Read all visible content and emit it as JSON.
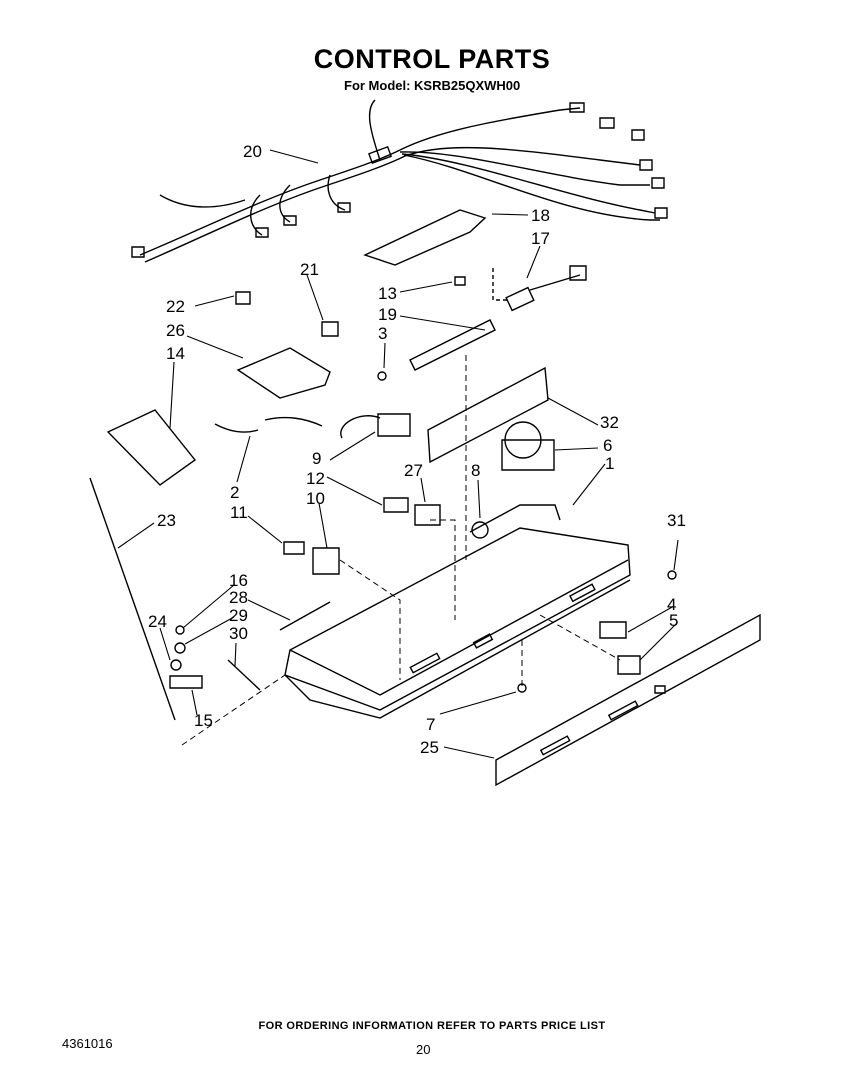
{
  "header": {
    "title": "CONTROL PARTS",
    "subtitle": "For Model: KSRB25QXWH00"
  },
  "callouts": {
    "c1": "1",
    "c2": "2",
    "c3": "3",
    "c4": "4",
    "c5": "5",
    "c6": "6",
    "c7": "7",
    "c8": "8",
    "c9": "9",
    "c10": "10",
    "c11": "11",
    "c12": "12",
    "c13": "13",
    "c14": "14",
    "c15": "15",
    "c16": "16",
    "c17": "17",
    "c18": "18",
    "c19": "19",
    "c20": "20",
    "c21": "21",
    "c22": "22",
    "c23": "23",
    "c24": "24",
    "c25": "25",
    "c26": "26",
    "c27": "27",
    "c28": "28",
    "c29": "29",
    "c30": "30",
    "c31": "31",
    "c32": "32"
  },
  "footer": {
    "ordering_note": "FOR ORDERING INFORMATION REFER TO PARTS PRICE LIST",
    "document_number": "4361016",
    "page_number": "20"
  }
}
